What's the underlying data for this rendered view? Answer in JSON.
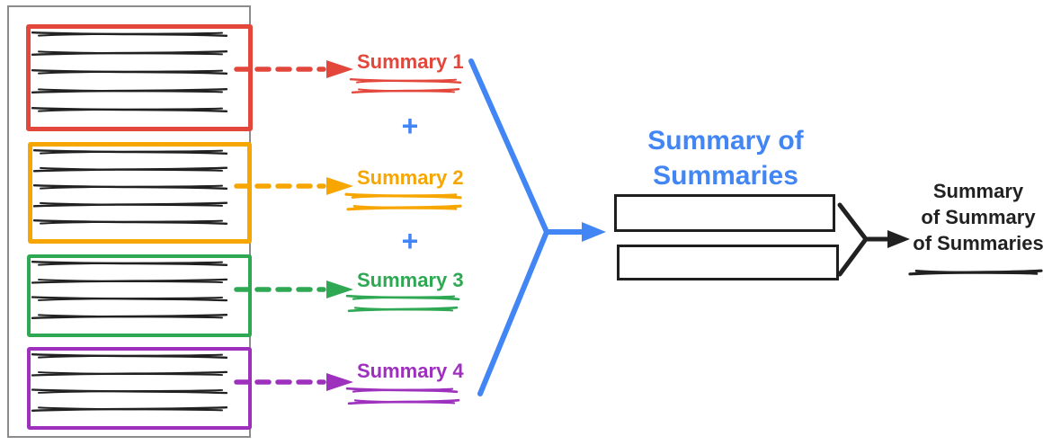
{
  "colors": {
    "red": "#E3463A",
    "orange": "#F7A600",
    "green": "#2EA853",
    "purple": "#9E30BE",
    "blue": "#4285F4",
    "blue-light": "#4E86EE",
    "ink": "#212121",
    "gray": "#8C8C8C"
  },
  "documents": {
    "items": [
      {
        "id": "document-1",
        "color": "red",
        "lines": 5
      },
      {
        "id": "document-2",
        "color": "orange",
        "lines": 5
      },
      {
        "id": "document-3",
        "color": "green",
        "lines": 4
      },
      {
        "id": "document-4",
        "color": "purple",
        "lines": 4
      }
    ]
  },
  "summaries": {
    "plus": "+",
    "items": [
      {
        "label": "Summary 1",
        "color": "red"
      },
      {
        "label": "Summary 2",
        "color": "orange"
      },
      {
        "label": "Summary 3",
        "color": "green"
      },
      {
        "label": "Summary 4",
        "color": "purple"
      }
    ]
  },
  "summary_of_summaries": {
    "title_line1": "Summary of",
    "title_line2": "Summaries",
    "boxes": 2
  },
  "final_summary": {
    "line1": "Summary",
    "line2": "of Summary",
    "line3": "of Summaries"
  }
}
